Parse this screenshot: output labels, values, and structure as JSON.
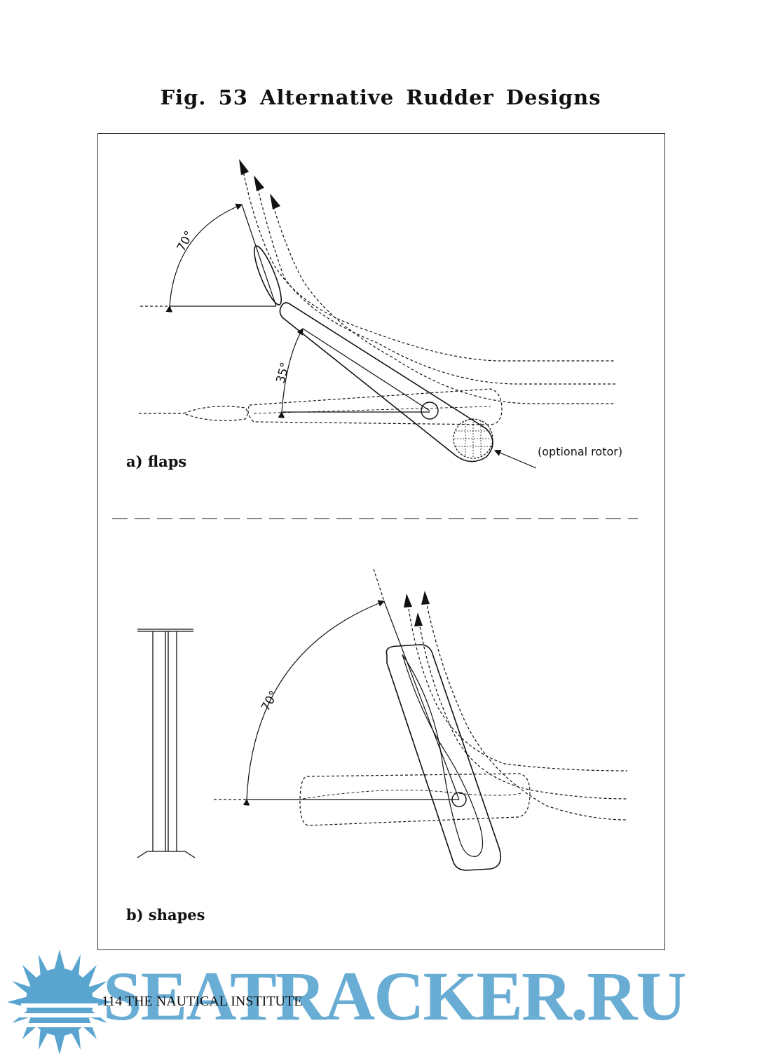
{
  "figure": {
    "title": "Fig. 53  Alternative Rudder Designs"
  },
  "panel_a": {
    "label": "a) flaps",
    "angle_flap": "70°",
    "angle_rudder": "35°",
    "rotor_note": "(optional rotor)"
  },
  "panel_b": {
    "label": "b) shapes",
    "angle_rudder": "70°"
  },
  "footer": {
    "page_text": "114  THE NAUTICAL INSTITUTE"
  },
  "watermark": {
    "text": "SEATRACKER.RU",
    "color": "#5aa5d0"
  }
}
